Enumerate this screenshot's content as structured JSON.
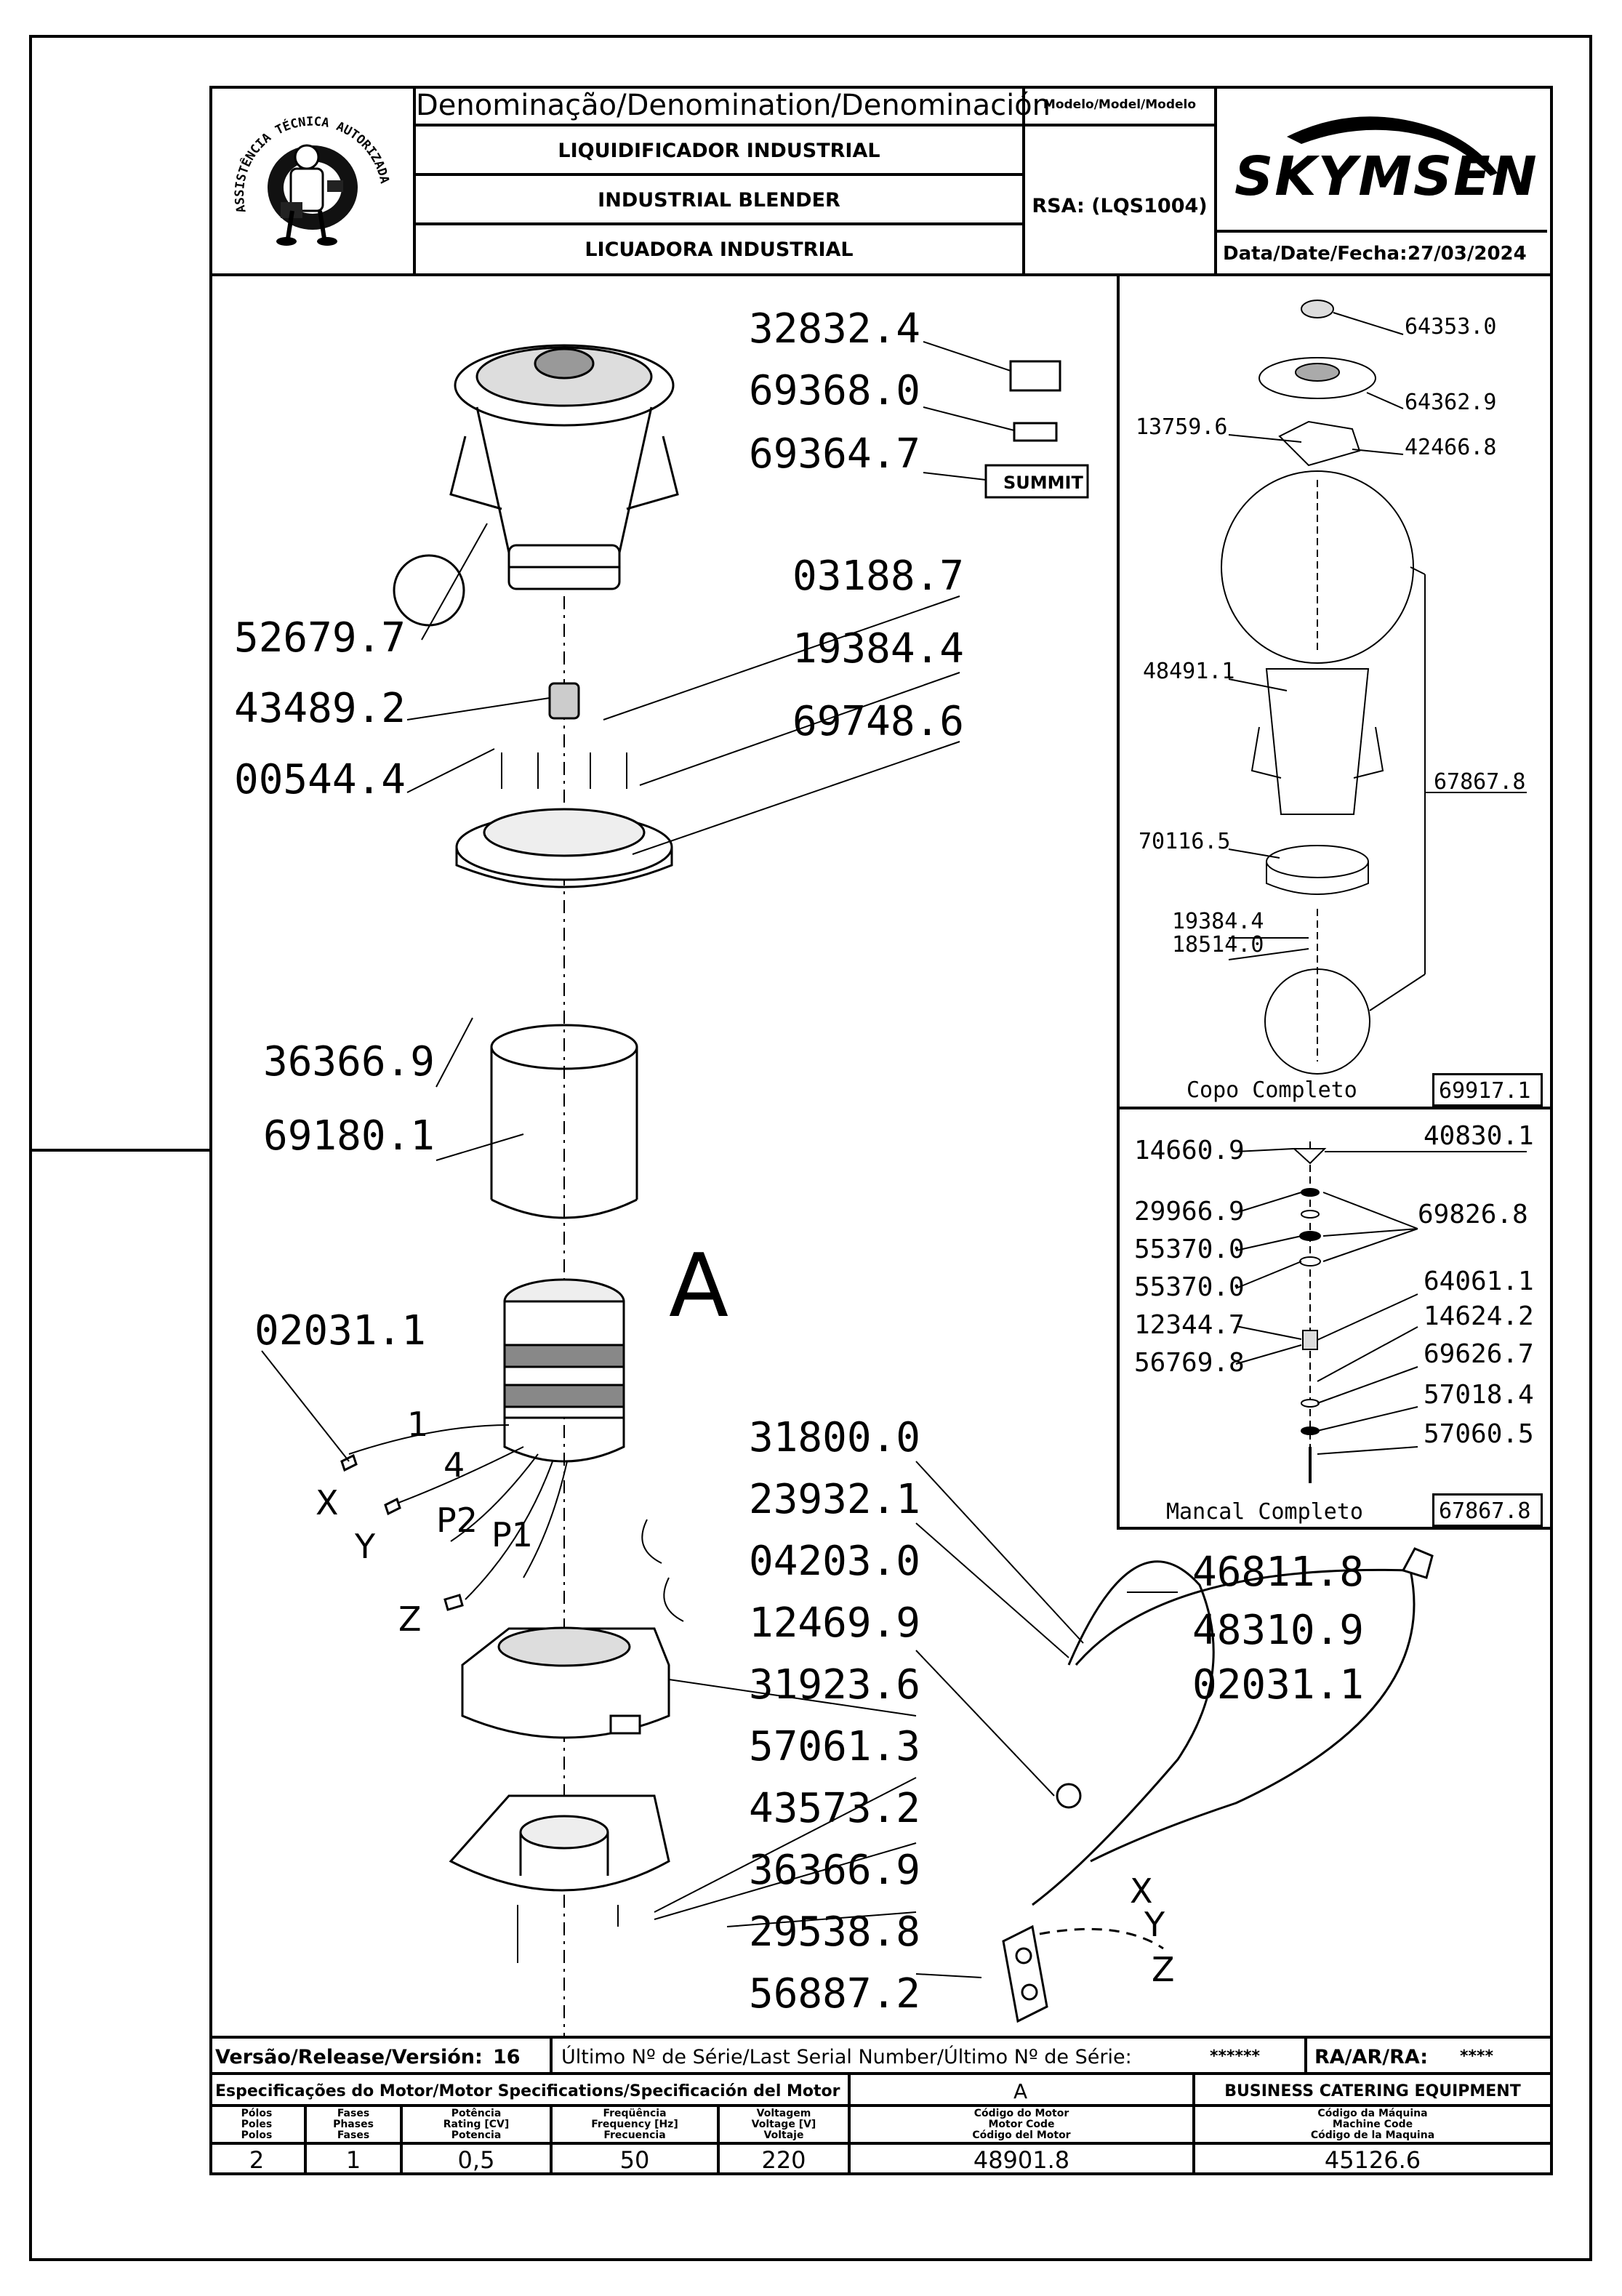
{
  "header": {
    "denomination_label": "Denominação/Denomination/Denominación",
    "names": [
      "LIQUIDIFICADOR INDUSTRIAL",
      "INDUSTRIAL BLENDER",
      "LICUADORA INDUSTRIAL"
    ],
    "model_label": "Modelo/Model/Modelo",
    "model_value": "RSA: (LQS1004)",
    "brand": "SKYMSEN",
    "date_label": "Data/Date/Fecha:",
    "date_value": "27/03/2024",
    "seal_text": "ASSISTÊNCIA TÉCNICA AUTORIZADA"
  },
  "main_parts": {
    "callouts_left": [
      "52679.7",
      "43489.2",
      "00544.4",
      "36366.9",
      "69180.1",
      "02031.1"
    ],
    "callouts_top": [
      "32832.4",
      "69368.0",
      "69364.7",
      "03188.7",
      "19384.4",
      "69748.6"
    ],
    "callouts_lower": [
      "31800.0",
      "23932.1",
      "04203.0",
      "12469.9",
      "31923.6",
      "57061.3",
      "43573.2",
      "36366.9",
      "29538.8",
      "56887.2"
    ],
    "callouts_cord": [
      "46811.8",
      "48310.9",
      "02031.1"
    ],
    "summit_label": "SUMMIT",
    "motor_letter": "A",
    "wire_labels": [
      "1",
      "4",
      "X",
      "Y",
      "P2",
      "P1",
      "Z"
    ],
    "plug_labels": [
      "X",
      "Y",
      "Z"
    ]
  },
  "cup_detail": {
    "parts": [
      "64353.0",
      "64362.9",
      "13759.6",
      "42466.8",
      "48491.1",
      "67867.8",
      "70116.5",
      "19384.4",
      "18514.0"
    ],
    "title": "Copo Completo",
    "code": "69917.1"
  },
  "bearing_detail": {
    "parts_left": [
      "14660.9",
      "29966.9",
      "55370.0",
      "55370.0",
      "12344.7",
      "56769.8"
    ],
    "parts_right": [
      "40830.1",
      "69826.8",
      "64061.1",
      "14624.2",
      "69626.7",
      "57018.4",
      "57060.5"
    ],
    "title": "Mancal Completo",
    "code": "67867.8"
  },
  "footer": {
    "version_label": "Versão/Release/Versión:",
    "version_value": "16",
    "serial_label": "Último Nº de Série/Last Serial Number/Último Nº de Série:",
    "serial_value": "******",
    "ra_label": "RA/AR/RA:",
    "ra_value": "****",
    "motor_spec_label": "Especificações do Motor/Motor Specifications/Specificación del Motor",
    "motor_letter": "A",
    "business_label": "BUSINESS CATERING EQUIPMENT",
    "columns": [
      {
        "lines": [
          "Pólos",
          "Poles",
          "Polos"
        ],
        "value": "2"
      },
      {
        "lines": [
          "Fases",
          "Phases",
          "Fases"
        ],
        "value": "1"
      },
      {
        "lines": [
          "Potência",
          "Rating [CV]",
          "Potencia"
        ],
        "value": "0,5"
      },
      {
        "lines": [
          "Freqüência",
          "Frequency [Hz]",
          "Frecuencia"
        ],
        "value": "50"
      },
      {
        "lines": [
          "Voltagem",
          "Voltage [V]",
          "Voltaje"
        ],
        "value": "220"
      },
      {
        "lines": [
          "Código do Motor",
          "Motor Code",
          "Código del Motor"
        ],
        "value": "48901.8"
      },
      {
        "lines": [
          "Código da Máquina",
          "Machine Code",
          "Código de la Maquina"
        ],
        "value": "45126.6"
      }
    ]
  }
}
